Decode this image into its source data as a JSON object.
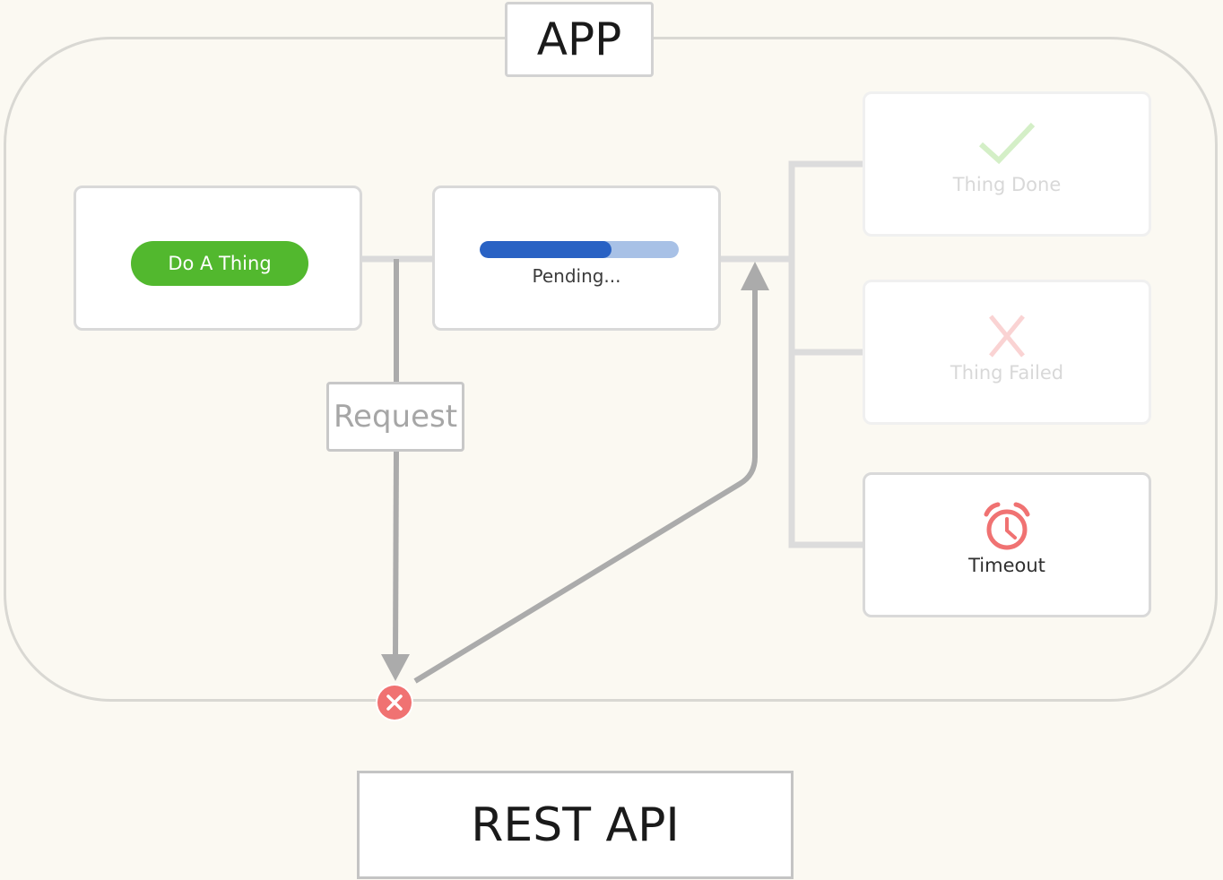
{
  "diagram": {
    "app_label": "APP",
    "api_label": "REST API",
    "do_button_label": "Do A Thing",
    "pending": {
      "label": "Pending...",
      "progress": 0.66
    },
    "request_label": "Request",
    "states": {
      "done_label": "Thing Done",
      "failed_label": "Thing Failed",
      "timeout_label": "Timeout"
    }
  },
  "colors": {
    "background": "#fbf9f2",
    "button_green": "#52b82e",
    "progress_fill": "#2962c4",
    "progress_track": "#a8c1e6",
    "done_check": "#d4efc7",
    "failed_x": "#fad3d3",
    "timeout_red": "#f07272",
    "connector_gray": "#ababab",
    "bracket_gray": "#dcdcdc",
    "error_red": "#f07272"
  },
  "icons": {
    "done": "check-icon",
    "failed": "x-icon",
    "timeout": "alarm-clock-icon",
    "error": "error-circle-icon"
  }
}
